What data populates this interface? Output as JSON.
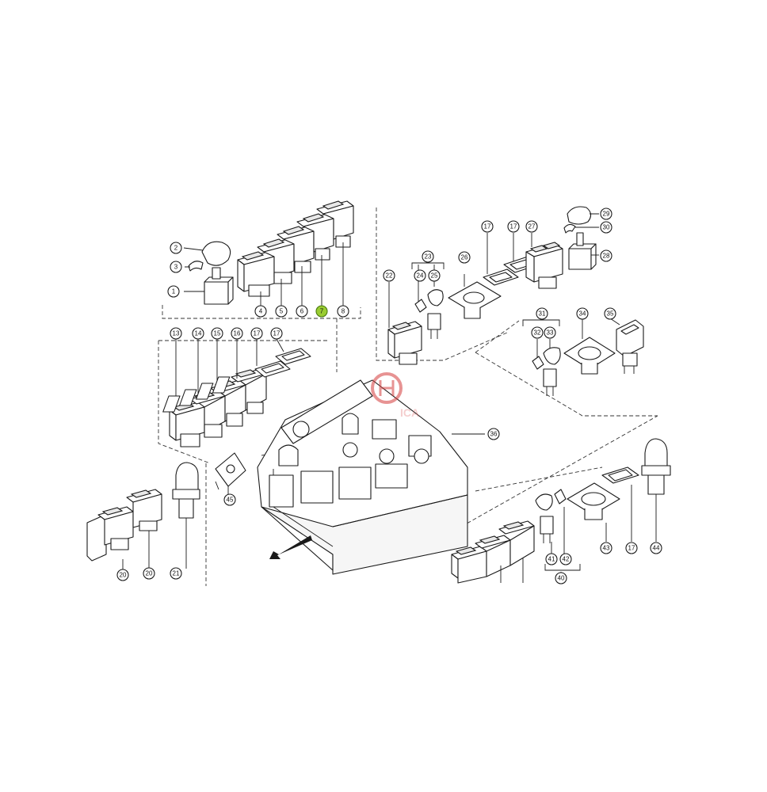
{
  "watermark": {
    "text": "ICA",
    "color": "#d43c3c"
  },
  "highlight_color": "#9acd32",
  "callouts": {
    "c1": "1",
    "c2": "2",
    "c3": "3",
    "c4": "4",
    "c5": "5",
    "c6": "6",
    "c7": "7",
    "c8": "8",
    "c13": "13",
    "c14": "14",
    "c15": "15",
    "c16": "16",
    "c17a": "17",
    "c17b": "17",
    "c17c": "17",
    "c17d": "17",
    "c17e": "17",
    "c20a": "20",
    "c20b": "20",
    "c21": "21",
    "c22": "22",
    "c23": "23",
    "c24": "24",
    "c25": "25",
    "c26": "26",
    "c27": "27",
    "c28": "28",
    "c29": "29",
    "c30": "30",
    "c31": "31",
    "c32": "32",
    "c33": "33",
    "c34": "34",
    "c35": "35",
    "c36": "36",
    "c40": "40",
    "c41": "41",
    "c42": "42",
    "c43": "43",
    "c44": "44",
    "c45": "45"
  },
  "highlighted_callout": "7"
}
